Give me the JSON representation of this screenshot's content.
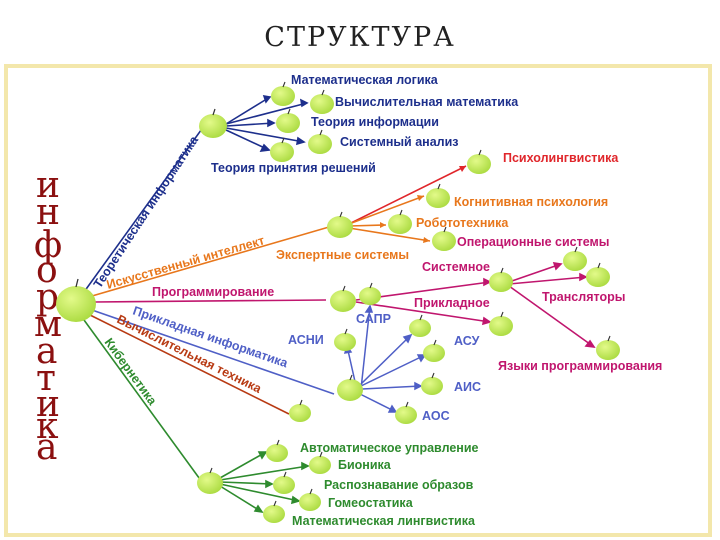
{
  "slide": {
    "title": "СТРУКТУРА",
    "vertical_word": [
      "и",
      "н",
      "ф",
      "о",
      "р",
      "м",
      "а",
      "т",
      "и",
      "к",
      "а"
    ]
  },
  "colors": {
    "theory": "#1d2f8c",
    "ai": "#e8771c",
    "psycho": "#e0262b",
    "programming": "#c0166e",
    "applied": "#4f5fc6",
    "computing": "#b83a13",
    "cyber": "#2e8b2e",
    "apple": "#b8e84d",
    "frame": "#f3e7ab",
    "vertical_word": "#8b1010"
  },
  "branches": {
    "theoretical": "Теоретическая информатика",
    "ai": "Искусственный интеллект",
    "programming": "Программирование",
    "applied": "Прикладная информатика",
    "computing": "Вычислительная техника",
    "cybernetics": "Кибернетика"
  },
  "leaves": {
    "math_logic": "Математическая логика",
    "comp_math": "Вычислительная математика",
    "info_theory": "Теория информации",
    "sys_analysis": "Системный анализ",
    "decision_theory": "Теория принятия решений",
    "psycholinguistics": "Психолингвистика",
    "cognitive_psych": "Когнитивная психология",
    "robotics": "Робототехника",
    "expert_systems": "Экспертные системы",
    "os": "Операционные системы",
    "system": "Системное",
    "applied_sw": "Прикладное",
    "translators": "Трансляторы",
    "prog_languages": "Языки программирования",
    "sapr": "САПР",
    "asni": "АСНИ",
    "asu": "АСУ",
    "ais": "АИС",
    "aos": "АОС",
    "auto_control": "Автоматическое управление",
    "bionics": "Бионика",
    "pattern_recog": "Распознавание образов",
    "homeostatics": "Гомеостатика",
    "math_linguistics": "Математическая лингвистика"
  }
}
